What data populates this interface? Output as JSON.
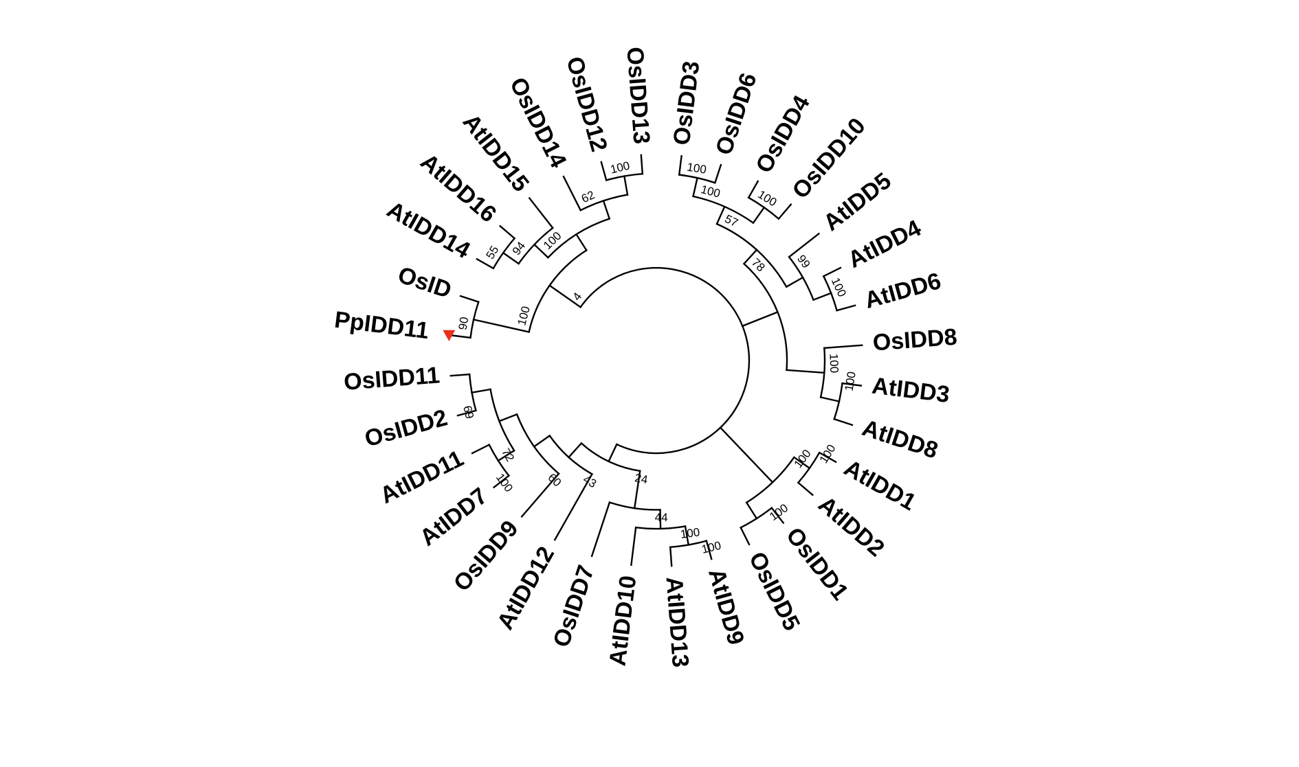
{
  "figure": {
    "type": "circular phylogenetic tree",
    "marker": {
      "leaf": "PpIDD11",
      "shape": "down-triangle",
      "color": "#e8301c"
    }
  },
  "tree": {
    "support": 4,
    "children": [
      {
        "support": 100,
        "children": [
          {
            "support": 90,
            "children": [
              {
                "name": "PpIDD11"
              },
              {
                "name": "OsID"
              }
            ]
          },
          {
            "support": 100,
            "children": [
              {
                "support": 94,
                "children": [
                  {
                    "support": 55,
                    "children": [
                      {
                        "name": "AtIDD14"
                      },
                      {
                        "name": "AtIDD16"
                      }
                    ]
                  },
                  {
                    "name": "AtIDD15"
                  }
                ]
              },
              {
                "support": 62,
                "children": [
                  {
                    "name": "OsIDD14"
                  },
                  {
                    "support": 100,
                    "children": [
                      {
                        "name": "OsIDD12"
                      },
                      {
                        "name": "OsIDD13"
                      }
                    ]
                  }
                ]
              }
            ]
          }
        ]
      },
      {
        "support": 78,
        "children": [
          {
            "support": 57,
            "children": [
              {
                "support": 100,
                "children": [
                  {
                    "support": 100,
                    "children": [
                      {
                        "name": "OsIDD3"
                      },
                      {
                        "name": "OsIDD6"
                      }
                    ]
                  },
                  {
                    "support": 100,
                    "children": [
                      {
                        "name": "OsIDD4"
                      },
                      {
                        "name": "OsIDD10"
                      }
                    ]
                  }
                ]
              },
              {
                "support": 99,
                "children": [
                  {
                    "name": "AtIDD5"
                  },
                  {
                    "support": 100,
                    "children": [
                      {
                        "name": "AtIDD4"
                      },
                      {
                        "name": "AtIDD6"
                      }
                    ]
                  }
                ]
              }
            ]
          },
          {
            "support": 100,
            "children": [
              {
                "name": "OsIDD8"
              },
              {
                "support": 100,
                "children": [
                  {
                    "name": "AtIDD3"
                  },
                  {
                    "name": "AtIDD8"
                  }
                ]
              }
            ]
          }
        ]
      },
      {
        "support": 100,
        "children": [
          {
            "support": 100,
            "children": [
              {
                "name": "AtIDD1"
              },
              {
                "name": "AtIDD2"
              }
            ]
          },
          {
            "support": 100,
            "children": [
              {
                "name": "OsIDD1"
              },
              {
                "name": "OsIDD5"
              }
            ]
          }
        ]
      },
      {
        "support": 24,
        "children": [
          {
            "support": 44,
            "children": [
              {
                "support": 100,
                "children": [
                  {
                    "support": 100,
                    "children": [
                      {
                        "name": "AtIDD9"
                      },
                      {
                        "name": "AtIDD13"
                      }
                    ]
                  },
                  {
                    "name": "AtIDD10"
                  }
                ]
              },
              {
                "name": "OsIDD7"
              }
            ]
          },
          {
            "support": 43,
            "children": [
              {
                "name": "AtIDD12"
              },
              {
                "support": 60,
                "children": [
                  {
                    "name": "OsIDD9"
                  },
                  {
                    "support": 72,
                    "children": [
                      {
                        "support": 100,
                        "children": [
                          {
                            "name": "AtIDD7"
                          },
                          {
                            "name": "AtIDD11"
                          }
                        ]
                      },
                      {
                        "support": 69,
                        "children": [
                          {
                            "name": "OsIDD2"
                          },
                          {
                            "name": "OsIDD11"
                          }
                        ]
                      }
                    ]
                  }
                ]
              }
            ]
          }
        ]
      }
    ]
  }
}
